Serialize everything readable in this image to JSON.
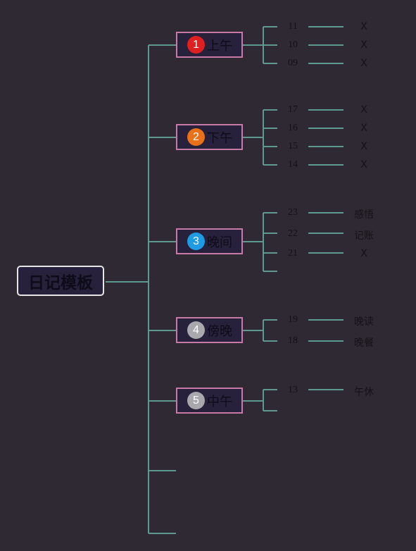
{
  "root": {
    "title": "日记模板"
  },
  "branches": [
    {
      "number": "1",
      "label": "上午",
      "badge_color": "#e02020",
      "items": [
        {
          "num": "11",
          "value": "X"
        },
        {
          "num": "10",
          "value": "X"
        },
        {
          "num": "09",
          "value": "X"
        }
      ]
    },
    {
      "number": "2",
      "label": "下午",
      "badge_color": "#e8711a",
      "items": [
        {
          "num": "17",
          "value": "X"
        },
        {
          "num": "16",
          "value": "X"
        },
        {
          "num": "15",
          "value": "X"
        },
        {
          "num": "14",
          "value": "X"
        }
      ]
    },
    {
      "number": "3",
      "label": "晚间",
      "badge_color": "#1e9be2",
      "items": [
        {
          "num": "23",
          "value": "感悟"
        },
        {
          "num": "22",
          "value": "记账"
        },
        {
          "num": "21",
          "value": "X"
        }
      ]
    },
    {
      "number": "4",
      "label": "傍晚",
      "badge_color": "#a9a9ad",
      "items": [
        {
          "num": "19",
          "value": "晚读"
        },
        {
          "num": "18",
          "value": "晚餐"
        }
      ]
    },
    {
      "number": "5",
      "label": "中午",
      "badge_color": "#a9a9ad",
      "items": [
        {
          "num": "13",
          "value": "午休"
        }
      ]
    }
  ],
  "colors": {
    "line": "#5e9990",
    "branch_border": "#c77aa5",
    "root_border": "#e6e6e6",
    "node_fill": "#27213c"
  }
}
